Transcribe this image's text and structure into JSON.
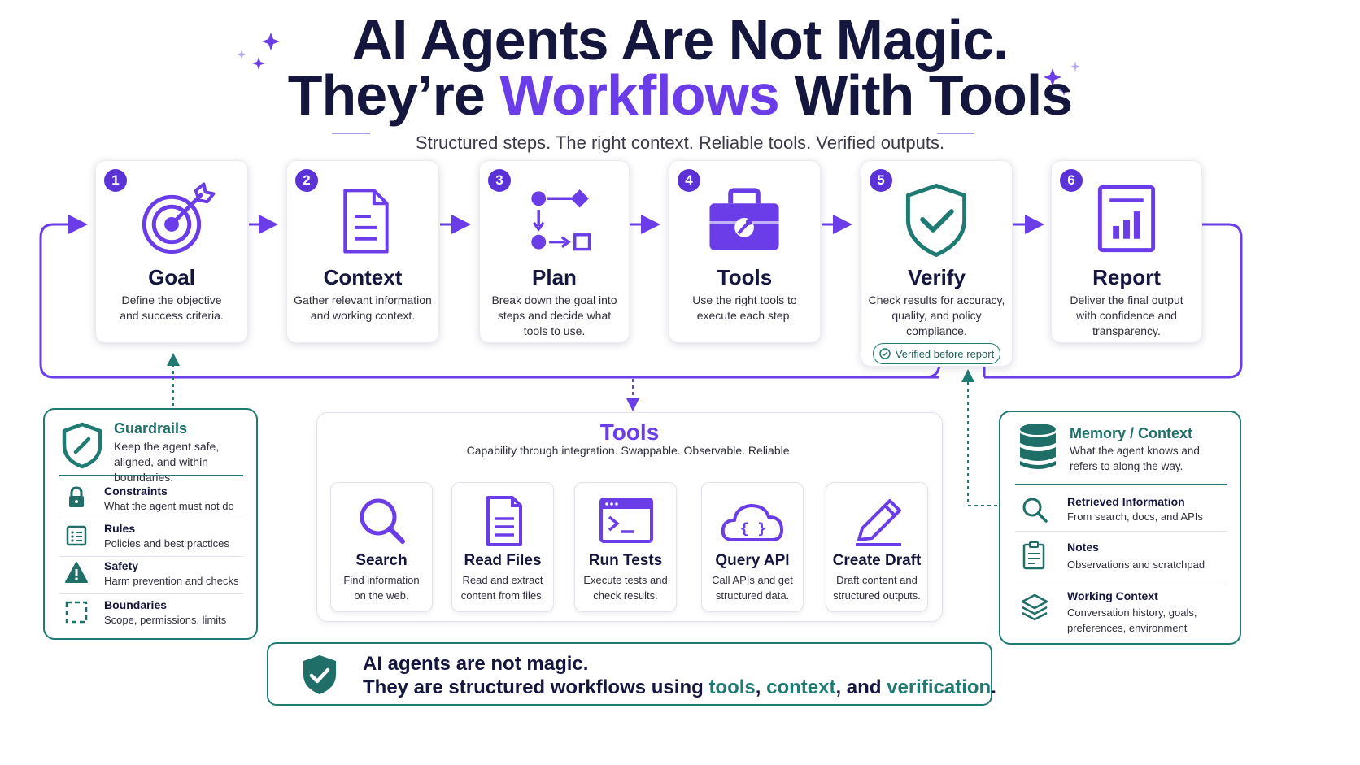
{
  "title": {
    "line1": "AI Agents Are Not Magic.",
    "line2_prefix": "They’re ",
    "line2_accent": "Workflows",
    "line2_suffix": " With Tools"
  },
  "subtitle": "Structured steps. The right context. Reliable tools. Verified outputs.",
  "steps": [
    {
      "number": "1",
      "title": "Goal",
      "desc": "Define the objective and success criteria.",
      "icon": "target-icon"
    },
    {
      "number": "2",
      "title": "Context",
      "desc": "Gather relevant information and working context.",
      "icon": "document-icon"
    },
    {
      "number": "3",
      "title": "Plan",
      "desc": "Break down the goal into steps and decide what tools to use.",
      "icon": "flow-plan-icon"
    },
    {
      "number": "4",
      "title": "Tools",
      "desc": "Use the right tools to execute each step.",
      "icon": "toolbox-icon"
    },
    {
      "number": "5",
      "title": "Verify",
      "desc": "Check results for accuracy, quality, and policy compliance.",
      "icon": "shield-check-icon",
      "badge": "Verified before report"
    },
    {
      "number": "6",
      "title": "Report",
      "desc": "Deliver the final output with confidence and transparency.",
      "icon": "report-chart-icon"
    }
  ],
  "guardrails": {
    "title": "Guardrails",
    "desc": "Keep the agent safe, aligned, and within boundaries.",
    "items": [
      {
        "title": "Constraints",
        "desc": "What the agent must not do",
        "icon": "lock-icon"
      },
      {
        "title": "Rules",
        "desc": "Policies and best practices",
        "icon": "checklist-icon"
      },
      {
        "title": "Safety",
        "desc": "Harm prevention and checks",
        "icon": "warning-icon"
      },
      {
        "title": "Boundaries",
        "desc": "Scope, permissions, limits",
        "icon": "dashed-frame-icon"
      }
    ]
  },
  "tools_panel": {
    "title": "Tools",
    "subtitle": "Capability through integration. Swappable. Observable. Reliable.",
    "items": [
      {
        "title": "Search",
        "desc": "Find information on the web.",
        "icon": "search-icon"
      },
      {
        "title": "Read Files",
        "desc": "Read and extract content from files.",
        "icon": "file-icon"
      },
      {
        "title": "Run Tests",
        "desc": "Execute tests and check results.",
        "icon": "terminal-icon"
      },
      {
        "title": "Query API",
        "desc": "Call APIs and get structured data.",
        "icon": "cloud-api-icon"
      },
      {
        "title": "Create Draft",
        "desc": "Draft content and structured outputs.",
        "icon": "pencil-icon"
      }
    ]
  },
  "memory": {
    "title": "Memory / Context",
    "desc": "What the agent knows and refers to along the way.",
    "items": [
      {
        "title": "Retrieved Information",
        "desc": "From search, docs, and APIs",
        "icon": "magnifier-icon"
      },
      {
        "title": "Notes",
        "desc": "Observations and scratchpad",
        "icon": "notes-icon"
      },
      {
        "title": "Working Context",
        "desc": "Conversation history, goals, preferences, environment",
        "icon": "layers-icon"
      }
    ]
  },
  "footer": {
    "line1": "AI agents are not magic.",
    "line2_prefix": "They are structured workflows using ",
    "word_tools": "tools",
    "sep1": ", ",
    "word_context": "context",
    "sep2": ", and ",
    "word_verification": "verification",
    "end": "."
  },
  "colors": {
    "purple": "#6a3de8",
    "navy": "#15163d",
    "teal": "#1f7a72"
  }
}
